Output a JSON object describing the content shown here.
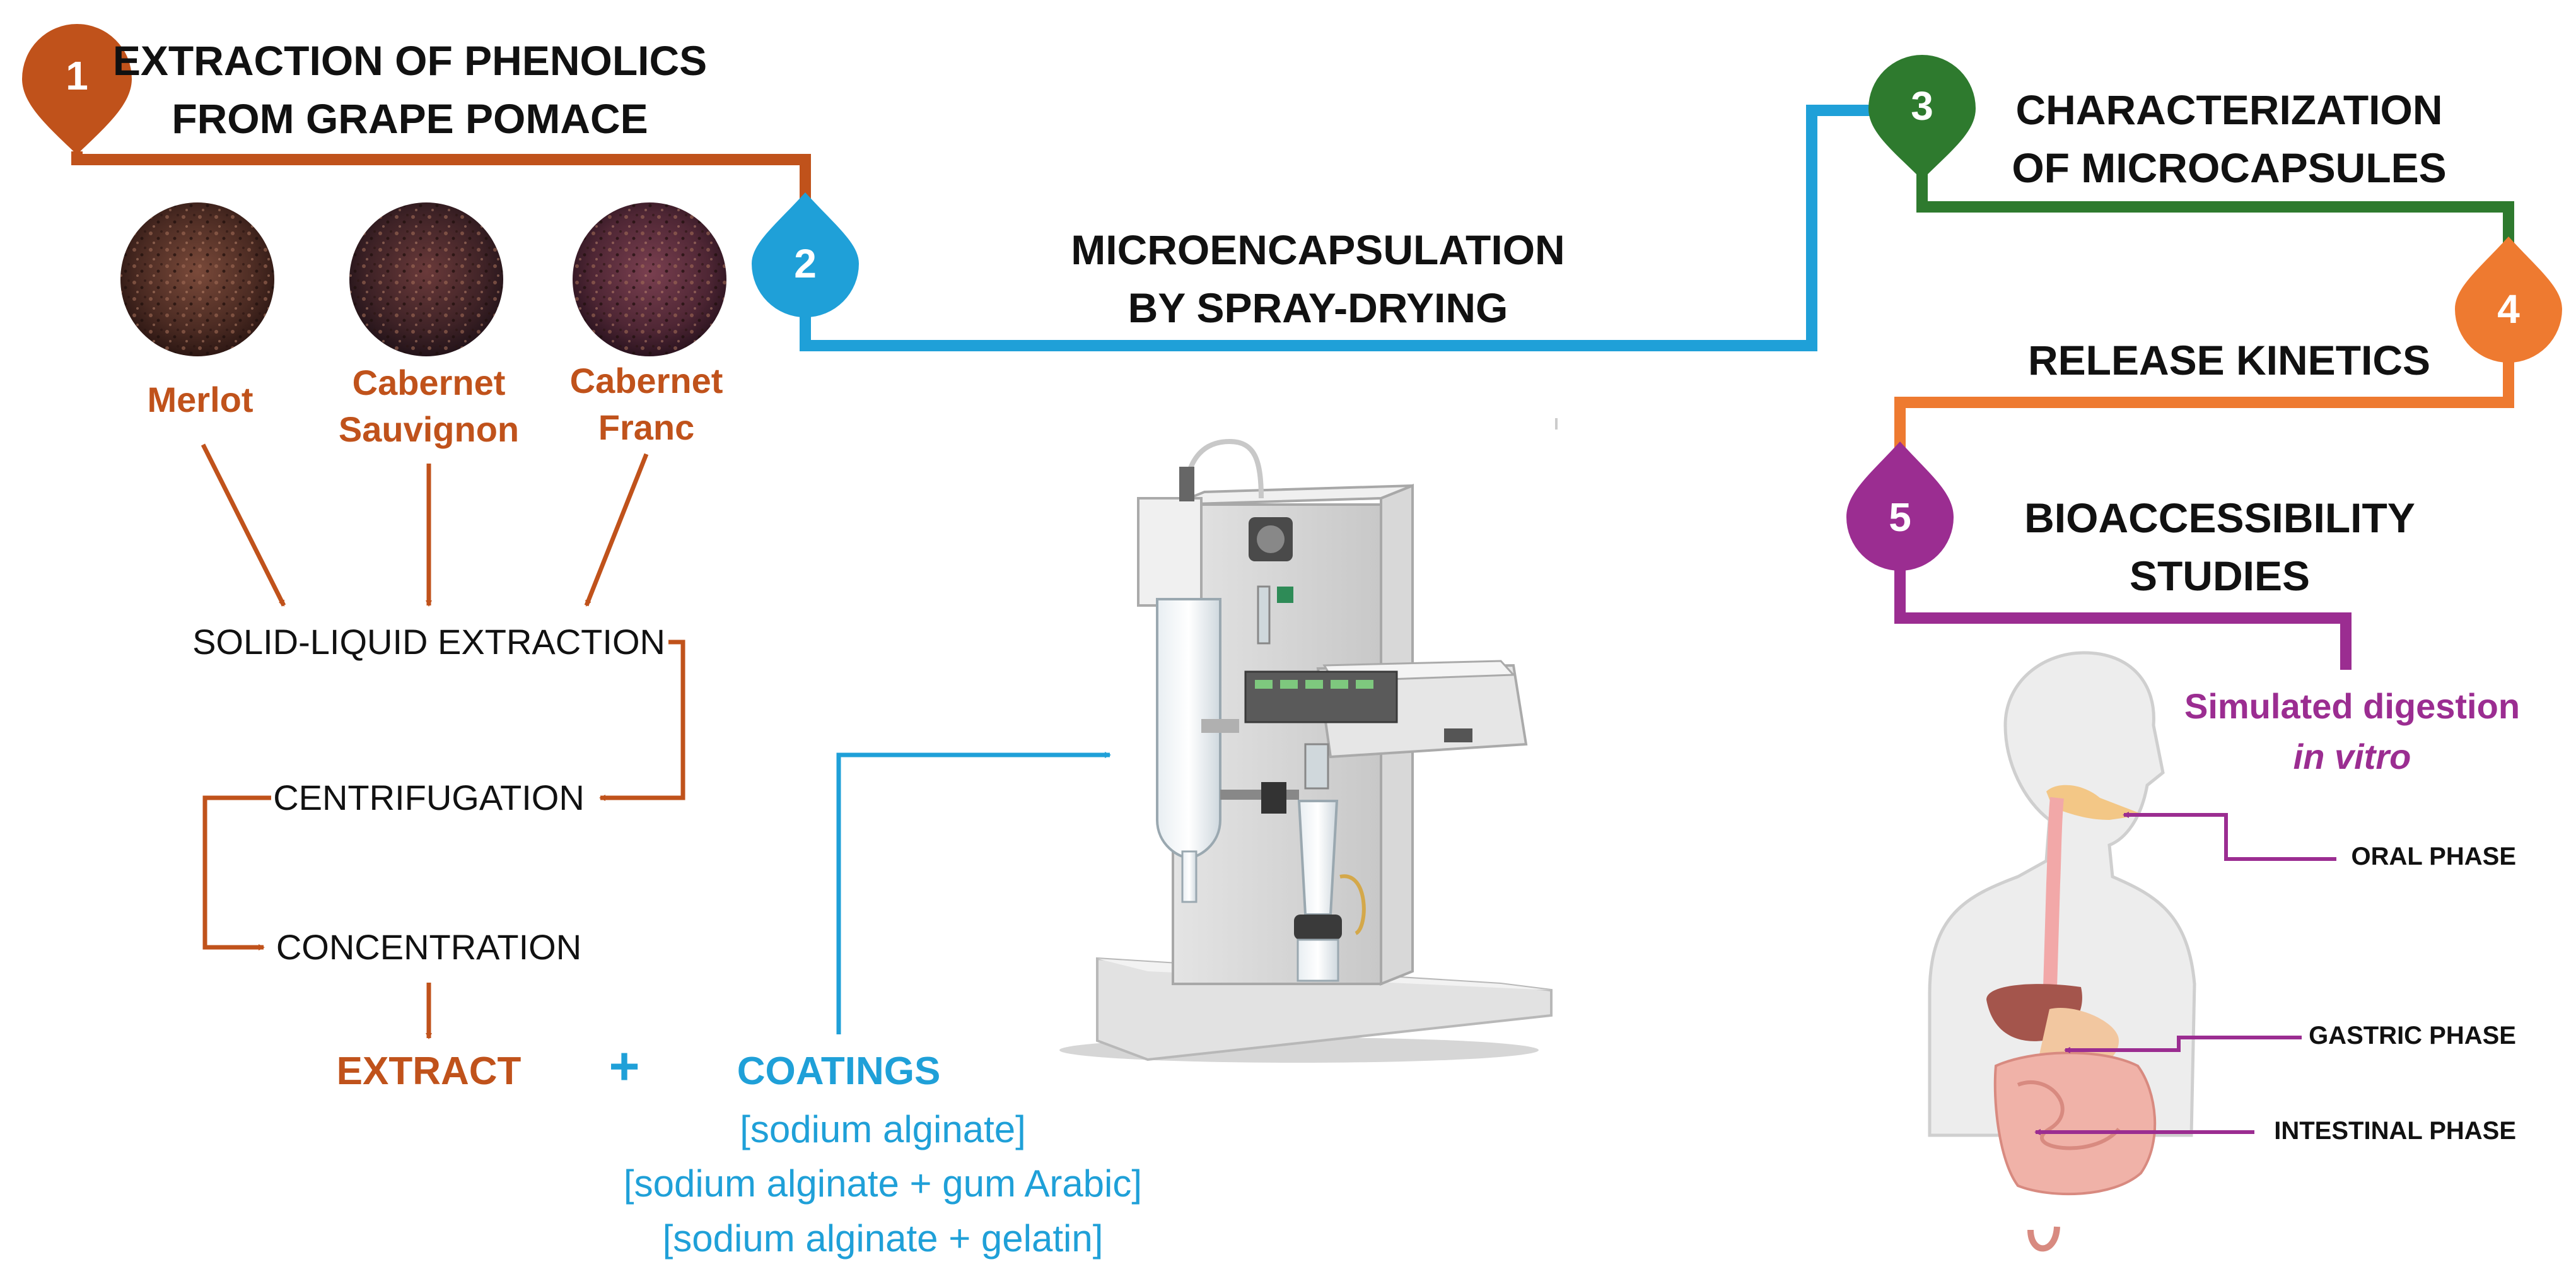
{
  "steps": [
    {
      "num": "1",
      "line1": "EXTRACTION OF PHENOLICS",
      "line2": "FROM GRAPE POMACE",
      "color": "#c0521b"
    },
    {
      "num": "2",
      "line1": "MICROENCAPSULATION",
      "line2": "BY SPRAY-DRYING",
      "color": "#1fa0d8"
    },
    {
      "num": "3",
      "line1": "CHARACTERIZATION",
      "line2": "OF MICROCAPSULES",
      "color": "#2e7a2e"
    },
    {
      "num": "4",
      "line1": "RELEASE KINETICS",
      "line2": "",
      "color": "#ee7a30"
    },
    {
      "num": "5",
      "line1": "BIOACCESSIBILITY",
      "line2": "STUDIES",
      "color": "#9b2d91"
    }
  ],
  "varieties": [
    {
      "line1": "Merlot",
      "line2": ""
    },
    {
      "line1": "Cabernet",
      "line2": "Sauvignon"
    },
    {
      "line1": "Cabernet",
      "line2": "Franc"
    }
  ],
  "process": {
    "solid_liquid": "SOLID-LIQUID EXTRACTION",
    "centrifugation": "CENTRIFUGATION",
    "concentration": "CONCENTRATION",
    "extract": "EXTRACT",
    "plus": "+"
  },
  "coatings": {
    "title": "COATINGS",
    "items": [
      "[sodium alginate]",
      "[sodium alginate + gum Arabic]",
      "[sodium alginate + gelatin]"
    ]
  },
  "digestion": {
    "line1": "Simulated digestion",
    "line2": "in vitro",
    "phases": [
      "ORAL PHASE",
      "GASTRIC PHASE",
      "INTESTINAL PHASE"
    ]
  },
  "colors": {
    "orange_brown": "#c0521b",
    "blue": "#1fa0d8",
    "green": "#2e7a2e",
    "orange": "#ee7a30",
    "purple": "#9b2d91"
  }
}
